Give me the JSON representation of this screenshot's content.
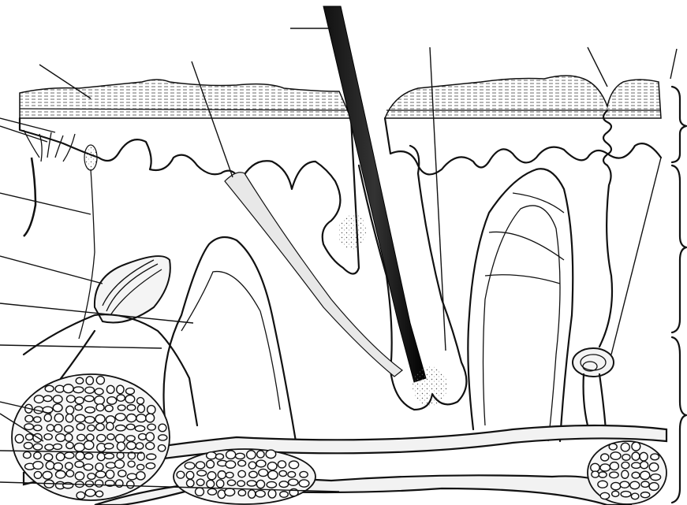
{
  "figure": {
    "type": "cross-section skin diagram (unlabeled)",
    "colors": {
      "ink": "#111111",
      "background": "#ffffff",
      "shade": "#e8e8e8"
    },
    "leader_line_count": 17,
    "layer_bracket_count": 3
  }
}
